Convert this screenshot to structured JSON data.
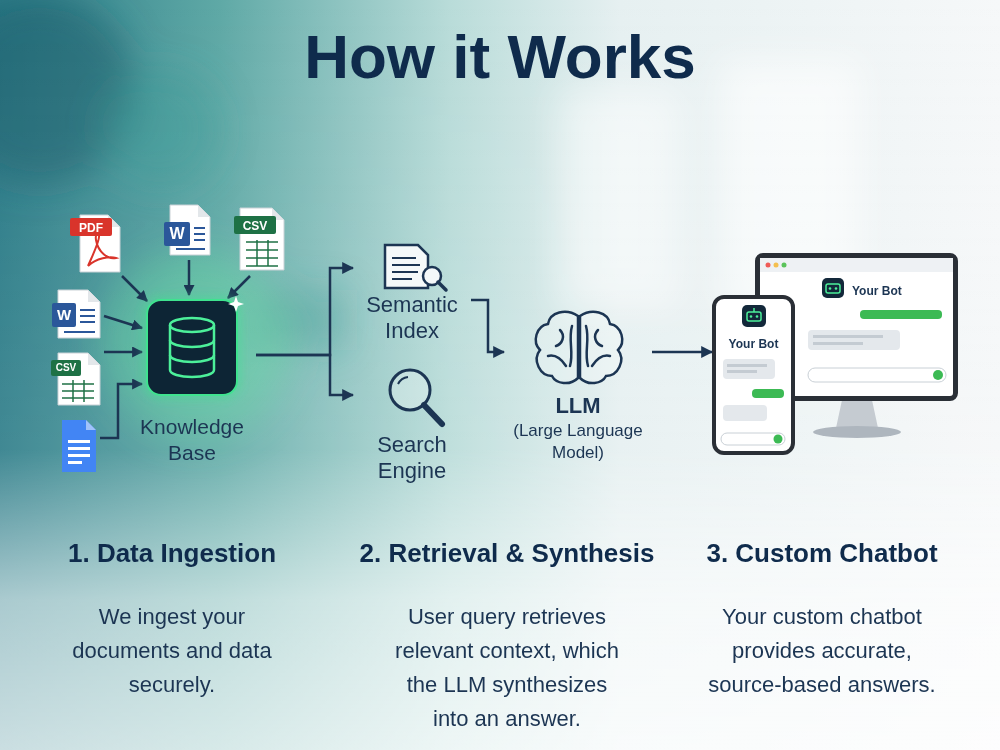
{
  "diagram": {
    "title": "How it Works",
    "nodes": [
      {
        "text": [
          "Knowledge Base"
        ]
      },
      {
        "text": [
          "Semantic Index"
        ]
      },
      {
        "text": [
          "Search Engine"
        ]
      },
      {
        "text": [
          "LLM",
          "(Large Language Model)"
        ]
      },
      {
        "text": [
          "Your Bot"
        ]
      },
      {
        "text": [
          "Your Bot"
        ]
      }
    ],
    "edges": [
      {
        "from": 0,
        "to": 1,
        "arrow": "to"
      },
      {
        "from": 0,
        "to": 2,
        "arrow": "to"
      },
      {
        "from": 1,
        "to": 3,
        "arrow": "to"
      },
      {
        "from": 3,
        "to": 4,
        "arrow": "to"
      }
    ],
    "labels": [
      "PDF",
      "W",
      "CSV",
      "W",
      "CSV",
      "1. Data Ingestion",
      "We ingest your documents and data securely.",
      "2. Retrieval & Synthesis",
      "User query retrieves relevant context, which the LLM synthesizes into an answer.",
      "3. Custom Chatbot",
      "Your custom chatbot provides accurate, source-based answers."
    ]
  }
}
